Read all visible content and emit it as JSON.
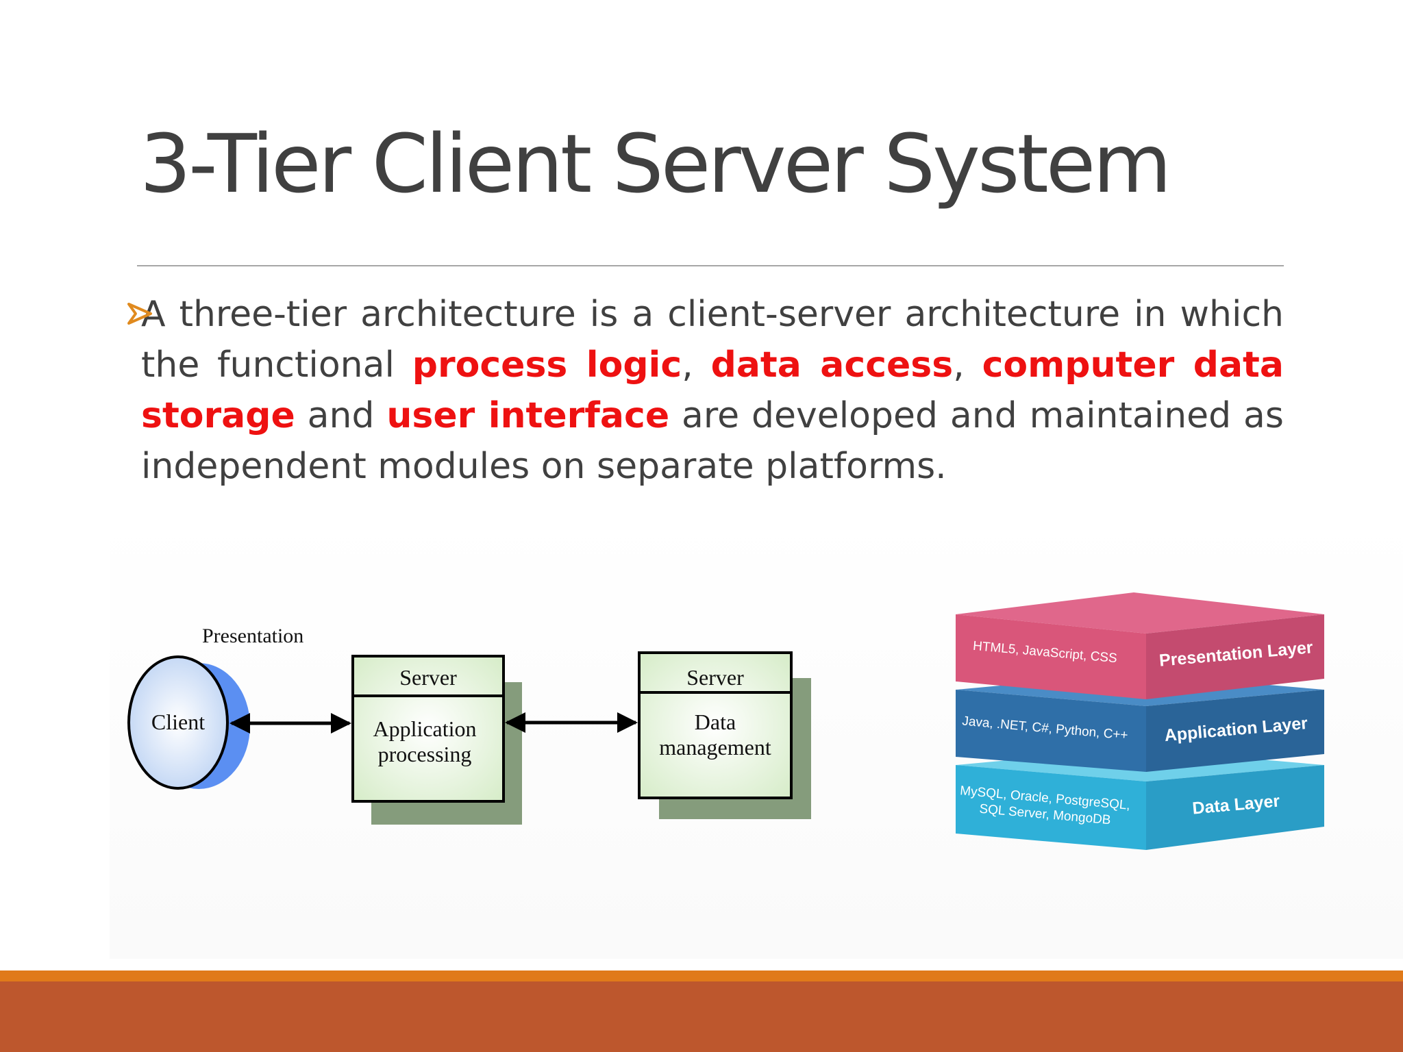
{
  "slide": {
    "title": "3-Tier Client Server System",
    "bullet": {
      "icon": "arrowhead-bullet-icon",
      "seg1": "A three-tier architecture is a client-server architecture in which the functional ",
      "hl1": "process logic",
      "sep1": ", ",
      "hl2": "data access",
      "sep2": ", ",
      "hl3": "computer data storage",
      "seg2": " and ",
      "hl4": "user interface",
      "seg3": " are developed and maintained as independent modules on separate platforms."
    }
  },
  "flow_diagram": {
    "client_caption": "Presentation",
    "client_label": "Client",
    "app_server": {
      "header": "Server",
      "line1": "Application",
      "line2": "processing"
    },
    "data_server": {
      "header": "Server",
      "line1": "Data",
      "line2": "management"
    }
  },
  "layer_stack": {
    "layers": [
      {
        "tech": [
          "HTML5, JavaScript, CSS"
        ],
        "name": "Presentation Layer"
      },
      {
        "tech": [
          "Java, .NET, C#, Python, C++"
        ],
        "name": "Application Layer"
      },
      {
        "tech": [
          "MySQL, Oracle, PostgreSQL,",
          "SQL Server, MongoDB"
        ],
        "name": "Data Layer"
      }
    ]
  },
  "colors": {
    "text": "#404040",
    "highlight": "#ee1111",
    "bullet": "#e08a1e",
    "footer_orange": "#e07a1a",
    "footer_rust": "#bd572d",
    "presentation_layer": "#d9567a",
    "application_layer": "#2f6fa8",
    "data_layer": "#2fb0d8"
  }
}
